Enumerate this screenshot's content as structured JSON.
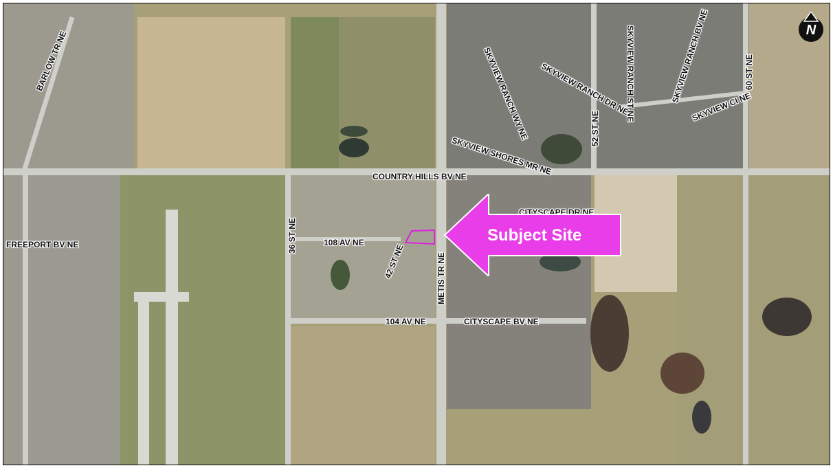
{
  "map": {
    "callout_label": "Subject Site",
    "callout_color": "#e83de8",
    "site_outline_color": "#e020e0",
    "north_symbol": "N",
    "roads": {
      "barlow": "BARLOW TR NE",
      "freeport": "FREEPORT BV NE",
      "country_hills": "COUNTRY HILLS BV NE",
      "st36": "36 ST NE",
      "av108": "108 AV NE",
      "st42": "42 ST NE",
      "metis": "METIS TR NE",
      "av104": "104 AV NE",
      "cityscape_bv": "CITYSCAPE BV NE",
      "cityscape_dr": "CITYSCAPE DR NE",
      "skyview_ranch_wy": "SKYVIEW RANCH WY NE",
      "skyview_shores": "SKYVIEW SHORES MR NE",
      "skyview_ranch_dr": "SKYVIEW RANCH DR NE",
      "st52": "52 ST NE",
      "skyview_ranch_st": "SKYVIEW RANCH ST NE",
      "skyview_ranch_bv": "SKYVIEW RANCH BV NE",
      "skyview_ci": "SKYVIEW CI NE",
      "st60": "60 ST NE"
    }
  }
}
